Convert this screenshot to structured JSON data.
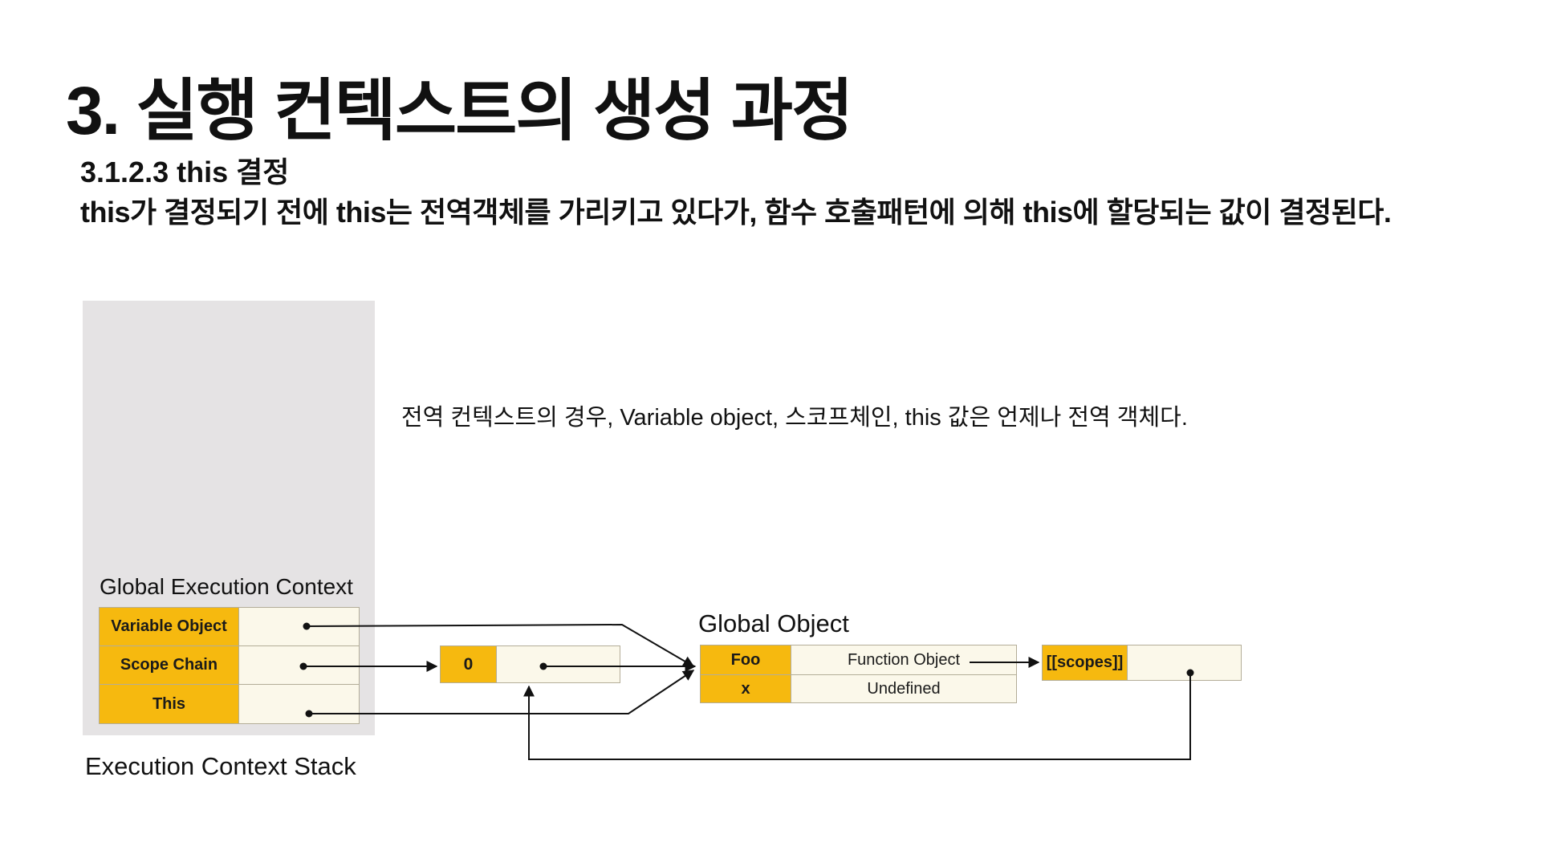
{
  "slide": {
    "title": "3. 실행 컨텍스트의 생성 과정",
    "subtitle": "3.1.2.3 this 결정",
    "description": "this가 결정되기 전에 this는 전역객체를 가리키고 있다가, 함수 호출패턴에 의해 this에 할당되는 값이 결정된다.",
    "note": "전역 컨텍스트의 경우, Variable object, 스코프체인, this 값은 언제나 전역 객체다."
  },
  "execution_context_stack": {
    "label": "Execution Context Stack",
    "global_context": {
      "label": "Global Execution Context",
      "rows": [
        {
          "key": "Variable Object"
        },
        {
          "key": "Scope Chain"
        },
        {
          "key": "This"
        }
      ]
    }
  },
  "scope_chain_list": {
    "index": "0"
  },
  "global_object": {
    "label": "Global Object",
    "rows": [
      {
        "key": "Foo",
        "value": "Function Object"
      },
      {
        "key": "x",
        "value": "Undefined"
      }
    ]
  },
  "function_scopes": {
    "key": "[[scopes]]"
  },
  "colors": {
    "key_fill": "#f6b90f",
    "value_fill": "#fbf8ea",
    "stack_background": "#e5e3e4",
    "line": "#111111"
  }
}
